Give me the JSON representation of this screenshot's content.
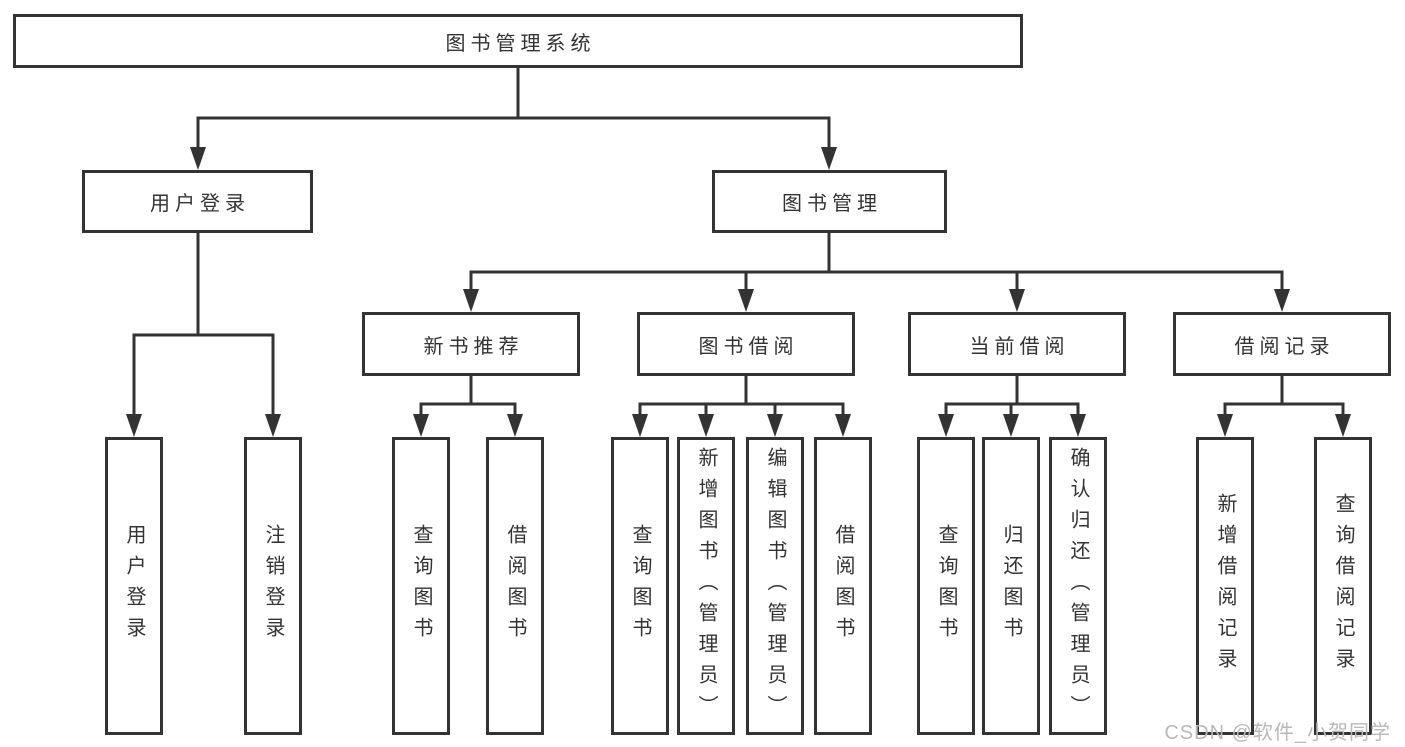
{
  "nodes": {
    "root": {
      "label": "图书管理系统"
    },
    "user_login": {
      "label": "用户登录"
    },
    "book_mgmt": {
      "label": "图书管理"
    },
    "new_book_rec": {
      "label": "新书推荐"
    },
    "book_borrow": {
      "label": "图书借阅"
    },
    "current_borrow": {
      "label": "当前借阅"
    },
    "borrow_record": {
      "label": "借阅记录"
    },
    "ul_login": {
      "label": "用户登录"
    },
    "ul_logout": {
      "label": "注销登录"
    },
    "nbr_query": {
      "label": "查询图书"
    },
    "nbr_borrow": {
      "label": "借阅图书"
    },
    "bb_query": {
      "label": "查询图书"
    },
    "bb_add": {
      "label": "新增图书（管理员）"
    },
    "bb_edit": {
      "label": "编辑图书（管理员）"
    },
    "bb_borrow": {
      "label": "借阅图书"
    },
    "cb_query": {
      "label": "查询图书"
    },
    "cb_return": {
      "label": "归还图书"
    },
    "cb_confirm": {
      "label": "确认归还（管理员）"
    },
    "br_add": {
      "label": "新增借阅记录"
    },
    "br_query": {
      "label": "查询借阅记录"
    }
  },
  "watermark": {
    "text": "CSDN @软件_小贺同学"
  },
  "colors": {
    "line": "#333333",
    "text": "#333333",
    "box_background": "#ffffff",
    "watermark": "#b9b9b9",
    "background": "#ffffff"
  }
}
